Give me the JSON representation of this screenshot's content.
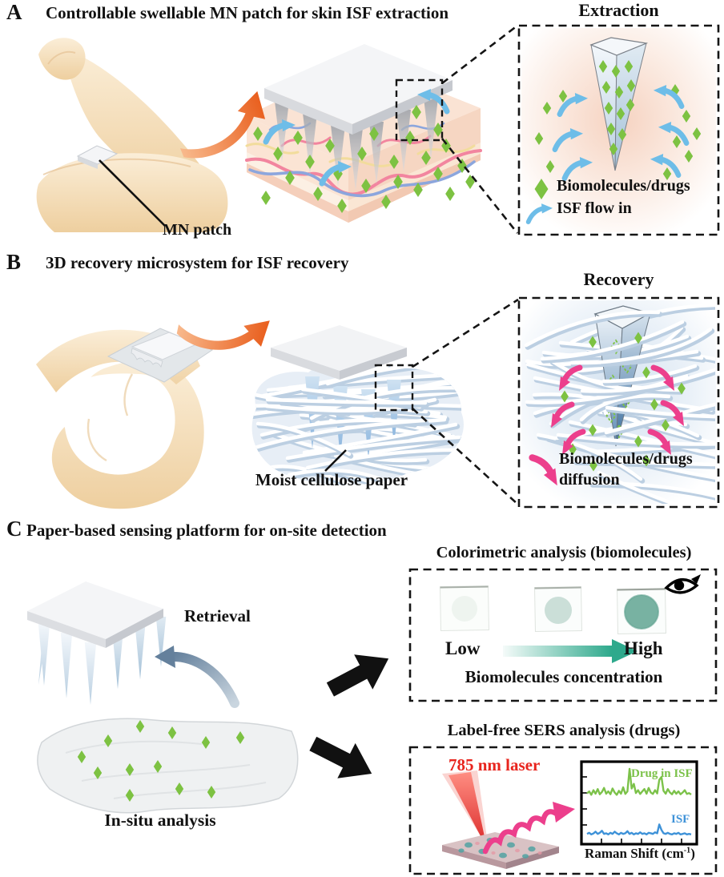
{
  "colors": {
    "green": "#7dc242",
    "blue_arrow": "#6ebde8",
    "orange": "#ed6d2d",
    "pink": "#ec3f8c",
    "laser_red": "#e8251e",
    "spectrum_green": "#7cc24a",
    "spectrum_blue": "#3e92d8",
    "teal": "#2ea98c",
    "ink": "#111111"
  },
  "panel_a": {
    "label": "A",
    "title": "Controllable swellable MN patch for skin ISF extraction",
    "mn_patch_label": "MN patch",
    "inset": {
      "title": "Extraction",
      "legend": [
        {
          "icon": "green-diamond-icon",
          "label": "Biomolecules/drugs"
        },
        {
          "icon": "blue-flow-arrow-icon",
          "label": "ISF flow in"
        }
      ]
    }
  },
  "panel_b": {
    "label": "B",
    "title": "3D recovery microsystem for ISF recovery",
    "paper_label": "Moist cellulose paper",
    "inset": {
      "title": "Recovery",
      "legend_icon": "pink-diffusion-arrow-icon",
      "legend_line1": "Biomolecules/drugs",
      "legend_line2": "diffusion"
    }
  },
  "panel_c": {
    "label": "C",
    "title": "Paper-based sensing platform for on-site detection",
    "retrieval_label": "Retrieval",
    "insitu_label": "In-situ analysis",
    "colorimetric": {
      "title": "Colorimetric analysis (biomolecules)",
      "low": "Low",
      "high": "High",
      "caption": "Biomolecules concentration",
      "eye_icon": "eye-icon"
    },
    "sers": {
      "title": "Label-free SERS  analysis (drugs)",
      "laser_label": "785 nm laser",
      "xlabel": {
        "pre": "Raman Shift (cm",
        "sup": "-1",
        "post": ")"
      },
      "spectra": [
        {
          "name": "Drug in ISF",
          "color_key": "spectrum_green",
          "values": [
            0.15,
            0.22,
            0.1,
            0.26,
            0.14,
            0.3,
            0.12,
            0.2,
            0.34,
            0.14,
            0.22,
            0.12,
            0.32,
            0.18,
            0.1,
            0.24,
            0.14,
            0.36,
            0.13,
            0.22,
            1.0,
            0.32,
            0.48,
            0.16,
            0.26,
            0.13,
            0.22,
            0.3,
            0.14,
            0.34,
            0.18,
            0.13,
            0.26,
            0.15,
            0.62,
            0.72,
            0.24,
            0.14,
            0.3,
            0.18,
            0.12,
            0.24,
            0.14,
            0.22,
            0.12,
            0.18,
            0.26,
            0.13,
            0.16,
            0.11
          ]
        },
        {
          "name": "ISF",
          "color_key": "spectrum_blue",
          "values": [
            0.1,
            0.15,
            0.08,
            0.12,
            0.2,
            0.1,
            0.15,
            0.24,
            0.1,
            0.13,
            0.08,
            0.15,
            0.1,
            0.2,
            0.13,
            0.08,
            0.15,
            0.1,
            0.13,
            0.22,
            0.1,
            0.15,
            0.08,
            0.13,
            0.1,
            0.17,
            0.1,
            0.13,
            0.08,
            0.15,
            0.13,
            0.1,
            0.17,
            0.13,
            0.52,
            0.28,
            0.13,
            0.1,
            0.15,
            0.1,
            0.08,
            0.13,
            0.1,
            0.15,
            0.08,
            0.1,
            0.13,
            0.08,
            0.1,
            0.08
          ]
        }
      ]
    }
  }
}
